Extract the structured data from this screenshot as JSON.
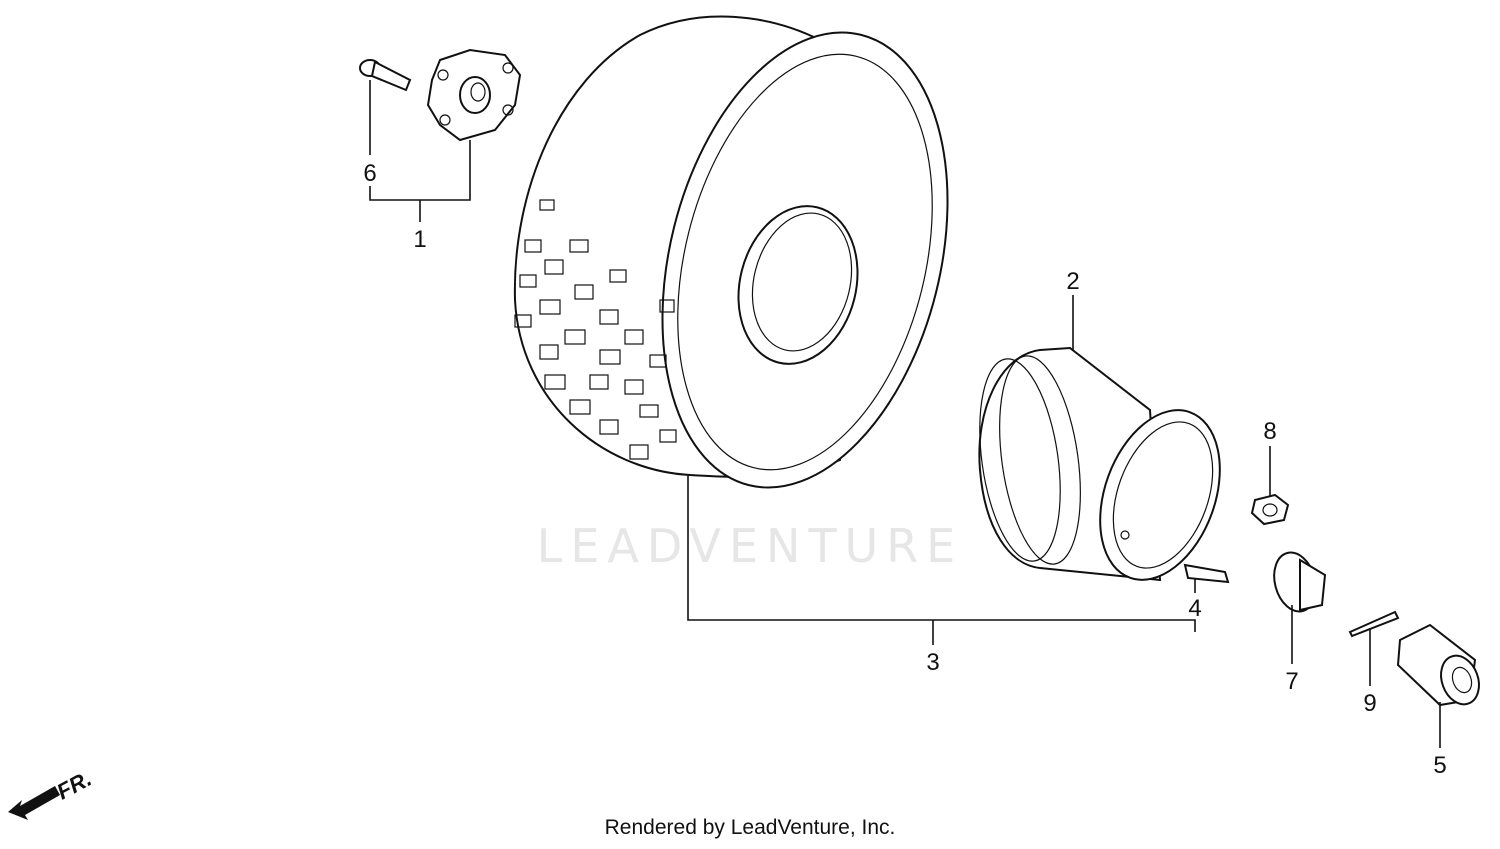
{
  "diagram": {
    "labels": {
      "p1": "1",
      "p2": "2",
      "p3": "3",
      "p4": "4",
      "p5": "5",
      "p6": "6",
      "p7": "7",
      "p8": "8",
      "p9": "9"
    },
    "direction_label": "FR.",
    "watermark": "LEADVENTURE"
  },
  "footer": {
    "text": "Rendered by LeadVenture, Inc."
  }
}
